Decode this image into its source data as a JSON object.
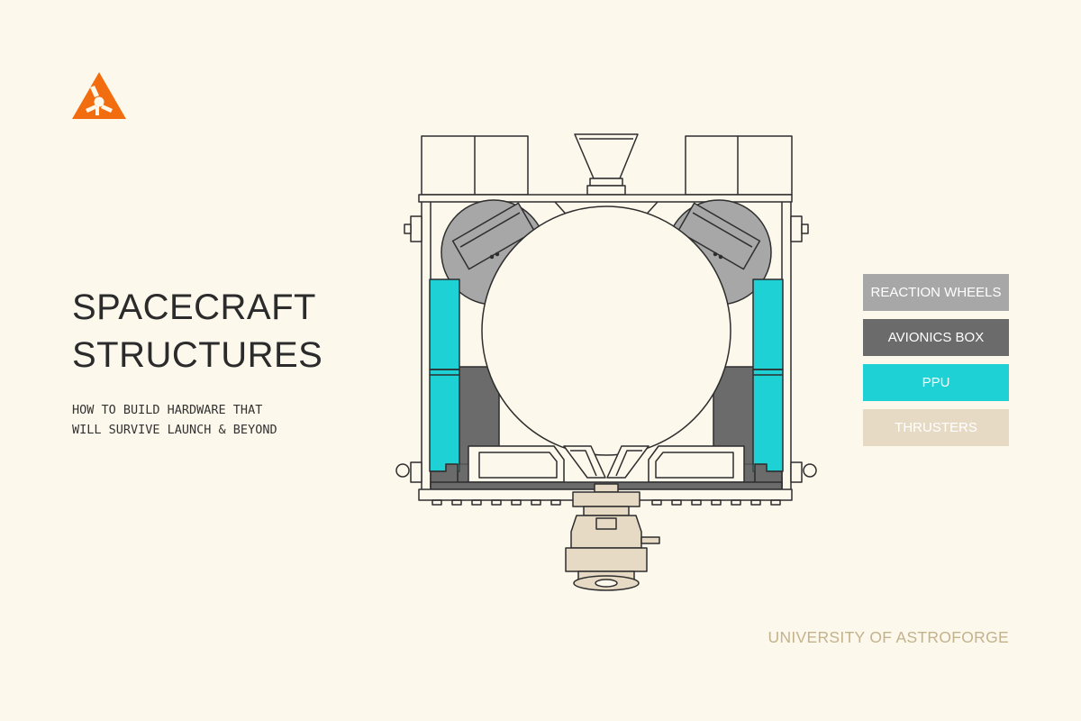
{
  "title": {
    "line1": "SPACECRAFT",
    "line2": "STRUCTURES"
  },
  "subtitle": {
    "line1": "HOW TO BUILD HARDWARE THAT",
    "line2": "WILL SURVIVE LAUNCH & BEYOND"
  },
  "logo": {
    "icon": "astroforge-logo-icon",
    "color": "#f26d0f"
  },
  "legend": {
    "items": [
      {
        "label": "REACTION WHEELS",
        "color": "#a7a7a7",
        "text_color": "#ffffff"
      },
      {
        "label": "AVIONICS BOX",
        "color": "#6b6b6b",
        "text_color": "#ffffff"
      },
      {
        "label": "PPU",
        "color": "#1dd1d4",
        "text_color": "#ffffff"
      },
      {
        "label": "THRUSTERS",
        "color": "#e6dac4",
        "text_color": "#ffffff"
      }
    ]
  },
  "footer": {
    "text": "UNIVERSITY OF ASTROFORGE",
    "color": "#c3b28c"
  },
  "colors": {
    "background": "#fdf8ec",
    "line": "#2e2e2e",
    "reaction_wheels": "#a7a7a7",
    "avionics_box": "#6b6b6b",
    "ppu": "#1dd1d4",
    "thrusters": "#e6dac4"
  }
}
